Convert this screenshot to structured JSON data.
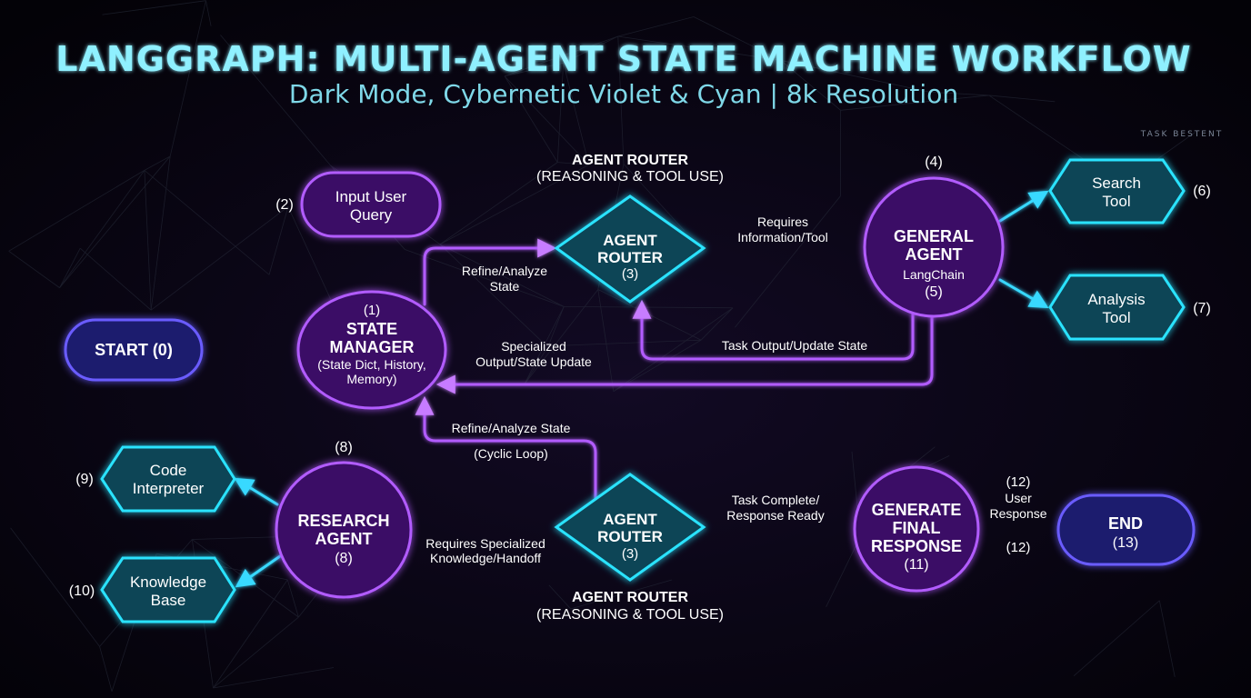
{
  "title": "LANGGRAPH: MULTI-AGENT STATE MACHINE WORKFLOW",
  "subtitle": "Dark Mode, Cybernetic Violet & Cyan | 8k Resolution",
  "corner_label": "TASK BESTENT",
  "colors": {
    "background": "#040308",
    "title": "#8ff0ff",
    "subtitle": "#7fd8e8",
    "violet": "#a64dff",
    "violet_fill": "#3a0f66",
    "cyan": "#2be3ff",
    "cyan_fill": "#0a4556",
    "indigo": "#6a5cff",
    "indigo_fill": "#1f1a6e",
    "edge_violet": "#b25cff",
    "edge_cyan": "#37d9ff"
  },
  "nodes": {
    "start": {
      "lines": [
        "START (0)"
      ]
    },
    "input_query": {
      "lines": [
        "Input User",
        "Query"
      ],
      "number": "(2)"
    },
    "state_manager": {
      "number": "(1)",
      "lines": [
        "STATE",
        "MANAGER"
      ],
      "detail": [
        "(State Dict, History,",
        "Memory)"
      ]
    },
    "router_top": {
      "lines": [
        "AGENT",
        "ROUTER"
      ],
      "number": "(3)",
      "caption": [
        "AGENT ROUTER",
        "(REASONING & TOOL USE)"
      ]
    },
    "general_agent": {
      "number_above": "(4)",
      "lines": [
        "GENERAL",
        "AGENT"
      ],
      "detail": [
        "LangChain"
      ],
      "number": "(5)"
    },
    "search_tool": {
      "lines": [
        "Search",
        "Tool"
      ],
      "number": "(6)"
    },
    "analysis_tool": {
      "lines": [
        "Analysis",
        "Tool"
      ],
      "number": "(7)"
    },
    "research_agent": {
      "number_above": "(8)",
      "lines": [
        "RESEARCH",
        "AGENT"
      ],
      "number": "(8)"
    },
    "code_interpreter": {
      "lines": [
        "Code",
        "Interpreter"
      ],
      "number": "(9)"
    },
    "knowledge_base": {
      "lines": [
        "Knowledge",
        "Base"
      ],
      "number": "(10)"
    },
    "router_bottom": {
      "lines": [
        "AGENT",
        "ROUTER"
      ],
      "number": "(3)",
      "caption": [
        "AGENT ROUTER",
        "(REASONING & TOOL USE)"
      ]
    },
    "final_response": {
      "lines": [
        "GENERATE",
        "FINAL",
        "RESPONSE"
      ],
      "number": "(11)"
    },
    "end": {
      "lines": [
        "END"
      ],
      "number": "(13)"
    }
  },
  "edges": {
    "refine_analyze": [
      "Refine/Analyze",
      "State"
    ],
    "requires_info": [
      "Requires",
      "Information/Tool"
    ],
    "task_output": [
      "Task Output/Update State"
    ],
    "specialized_output": [
      "Specialized",
      "Output/State Update"
    ],
    "refine_cyclic": [
      "Refine/Analyze State",
      "(Cyclic Loop)"
    ],
    "requires_specialized": [
      "Requires Specialized",
      "Knowledge/Handoff"
    ],
    "task_complete": [
      "Task Complete/",
      "Response Ready"
    ],
    "user_response": {
      "number_top": "(12)",
      "lines": [
        "User",
        "Response"
      ],
      "number_bottom": "(12)"
    }
  }
}
